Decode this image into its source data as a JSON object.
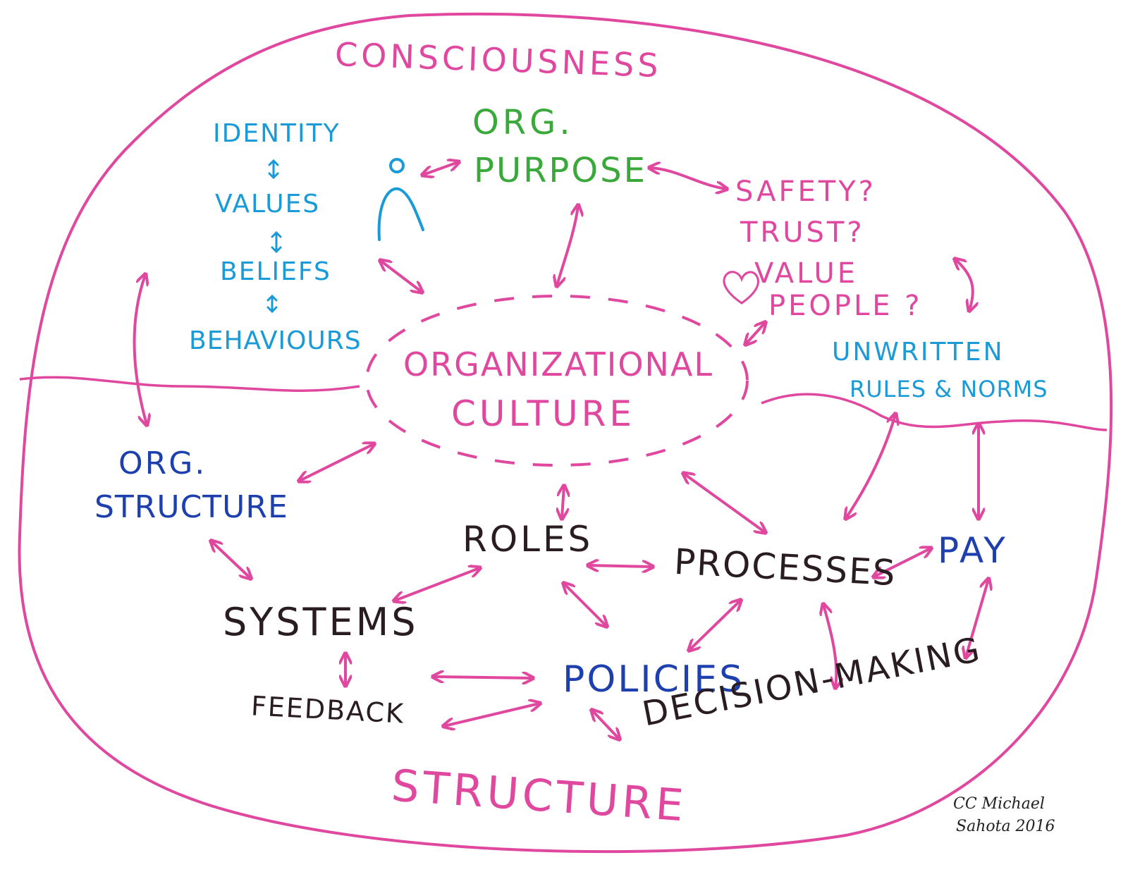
{
  "labels": {
    "consciousness": "CONSCIOUSNESS",
    "structure_bottom": "STRUCTURE",
    "identity": "IDENTITY",
    "values": "VALUES",
    "beliefs": "BELIEFS",
    "behaviours": "BEHAVIOURS",
    "org_purpose_1": "ORG.",
    "org_purpose_2": "PURPOSE",
    "safety": "SAFETY?",
    "trust": "TRUST?",
    "value_people_1": "VALUE",
    "value_people_2": "PEOPLE ?",
    "org_culture_1": "ORGANIZATIONAL",
    "org_culture_2": "CULTURE",
    "unwritten_1": "UNWRITTEN",
    "unwritten_2": "RULES & NORMS",
    "org_structure_1": "ORG.",
    "org_structure_2": "STRUCTURE",
    "roles": "ROLES",
    "processes": "PROCESSES",
    "pay": "PAY",
    "systems": "SYSTEMS",
    "feedback": "FEEDBACK",
    "policies": "POLICIES",
    "decision_making": "DECISION-MAKING",
    "credit_1": "CC Michael",
    "credit_2": "Sahota 2016"
  },
  "colors": {
    "pink": "#e0479e",
    "cyan": "#1a9ad6",
    "green": "#3aa83a",
    "navy": "#1e3fae",
    "dark": "#2a1d22"
  },
  "icons": {
    "person": "person-figure-icon",
    "heart": "heart-icon"
  }
}
